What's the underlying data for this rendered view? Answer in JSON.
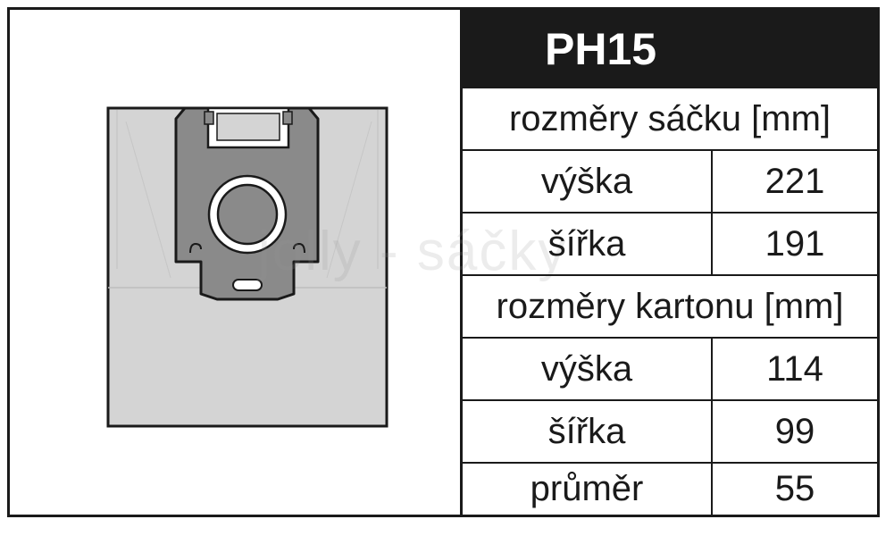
{
  "product": {
    "code": "PH15",
    "watermark": "jolly - sáčky"
  },
  "colors": {
    "bag_fill": "#d4d4d4",
    "collar_fill": "#8a8a8a",
    "outline": "#1a1a1a",
    "title_background": "#1a1a1a",
    "title_text": "#ffffff"
  },
  "icons": {
    "bag": "vacuum-bag-illustration"
  },
  "specs": {
    "bag_header": "rozměry sáčku [mm]",
    "bag_height_label": "výška",
    "bag_height_value": "221",
    "bag_width_label": "šířka",
    "bag_width_value": "191",
    "box_header": "rozměry kartonu [mm]",
    "box_height_label": "výška",
    "box_height_value": "114",
    "box_width_label": "šířka",
    "box_width_value": "99",
    "box_diameter_label": "průměr",
    "box_diameter_value": "55"
  }
}
